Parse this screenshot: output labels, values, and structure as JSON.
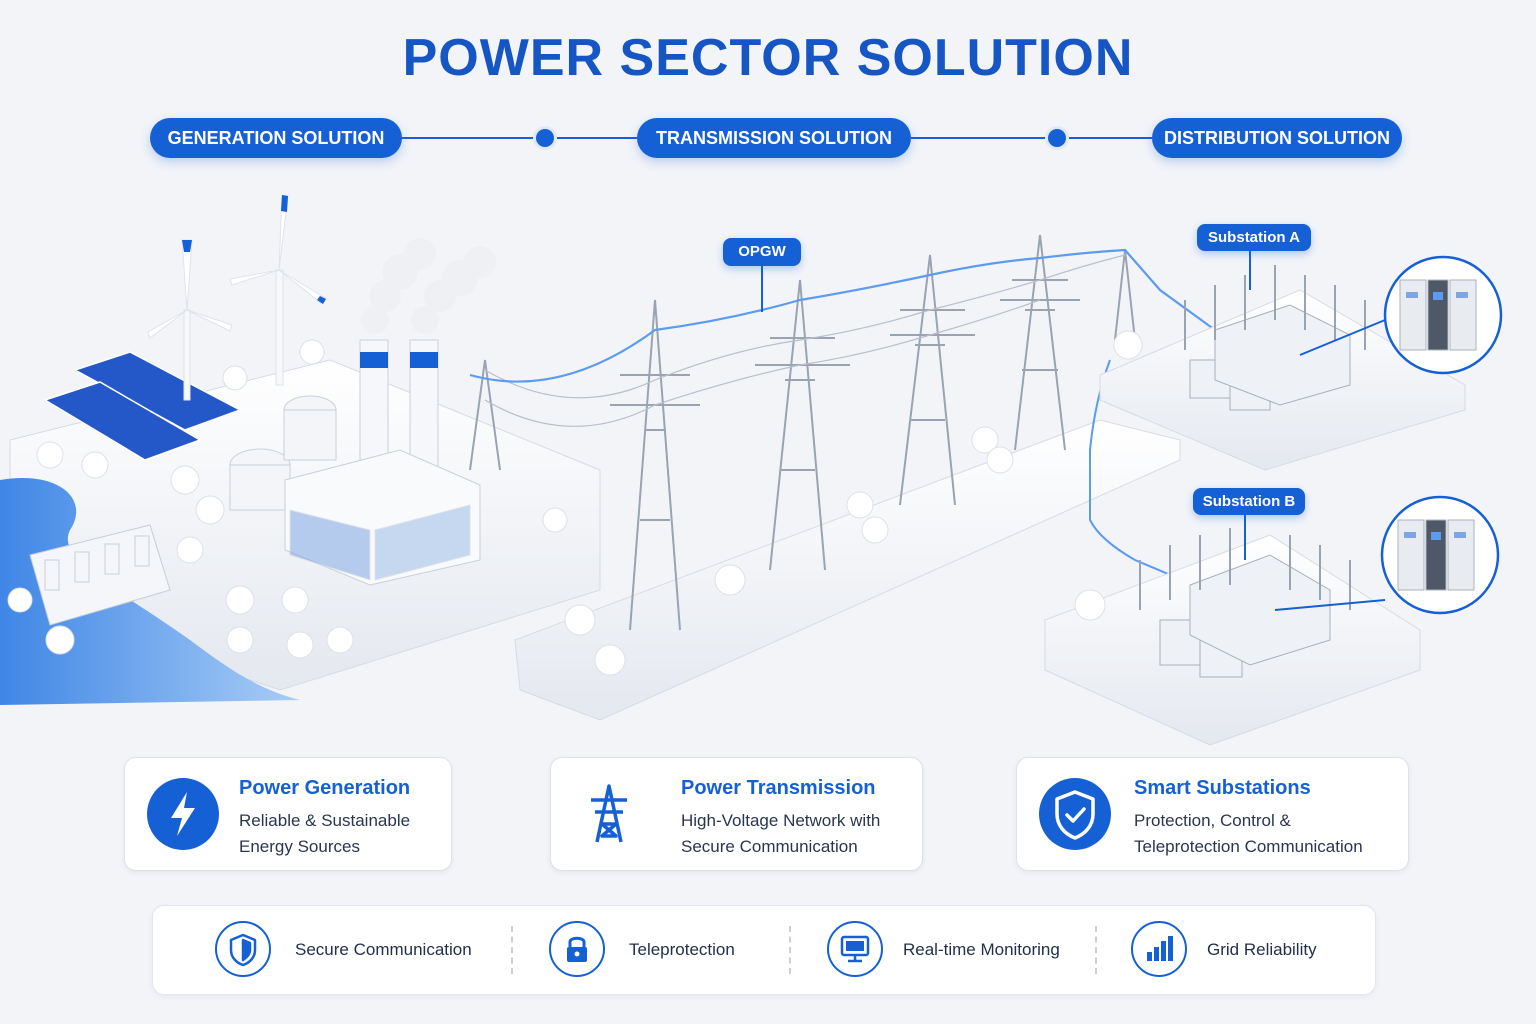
{
  "title": "POWER SECTOR SOLUTION",
  "stages": [
    {
      "label": "GENERATION SOLUTION"
    },
    {
      "label": "TRANSMISSION SOLUTION"
    },
    {
      "label": "DISTRIBUTION SOLUTION"
    }
  ],
  "callouts": {
    "opgw": "OPGW",
    "substation_a": "Substation A",
    "substation_b": "Substation B"
  },
  "cards": [
    {
      "title": "Power Generation",
      "description": "Reliable & Sustainable\nEnergy Sources",
      "icon": "lightning-icon"
    },
    {
      "title": "Power Transmission",
      "description": "High-Voltage Network with\nSecure Communication",
      "icon": "transmission-tower-icon"
    },
    {
      "title": "Smart Substations",
      "description": "Protection, Control &\nTeleprotection Communication",
      "icon": "shield-check-icon"
    }
  ],
  "features": [
    {
      "label": "Secure Communication",
      "icon": "shield-icon"
    },
    {
      "label": "Teleprotection",
      "icon": "lock-icon"
    },
    {
      "label": "Real-time Monitoring",
      "icon": "monitor-icon"
    },
    {
      "label": "Grid Reliability",
      "icon": "bar-chart-icon"
    }
  ],
  "colors": {
    "accent": "#1560d4",
    "title": "#1555c4",
    "background": "#f2f4f8",
    "water": "#5a9ff0"
  }
}
